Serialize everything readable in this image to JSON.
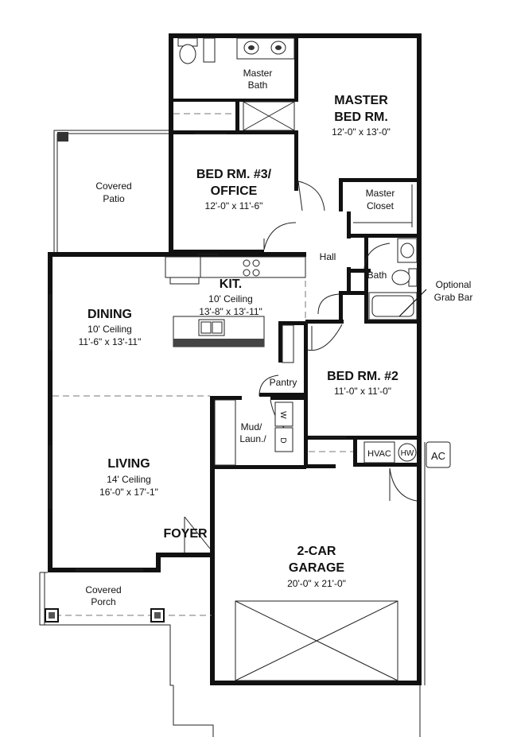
{
  "rooms": {
    "master_bath": {
      "line1": "Master",
      "line2": "Bath"
    },
    "master_bed": {
      "line1": "MASTER",
      "line2": "BED RM.",
      "size": "12'-0\" x 13'-0\""
    },
    "bed3": {
      "line1": "BED RM. #3/",
      "line2": "OFFICE",
      "size": "12'-0\" x 11'-6\""
    },
    "covered_patio": {
      "line1": "Covered",
      "line2": "Patio"
    },
    "master_closet": {
      "line1": "Master",
      "line2": "Closet"
    },
    "hall": {
      "label": "Hall"
    },
    "kitchen": {
      "label": "KIT.",
      "ceiling": "10' Ceiling",
      "size": "13'-8\" x 13'-11\""
    },
    "bath": {
      "label": "Bath"
    },
    "grab_bar": {
      "line1": "Optional",
      "line2": "Grab Bar"
    },
    "dining": {
      "label": "DINING",
      "ceiling": "10' Ceiling",
      "size": "11'-6\" x 13'-11\""
    },
    "pantry": {
      "label": "Pantry"
    },
    "bed2": {
      "label": "BED RM. #2",
      "size": "11'-0\" x 11'-0\""
    },
    "mud_laundry": {
      "line1": "Mud/",
      "line2": "Laun./"
    },
    "living": {
      "label": "LIVING",
      "ceiling": "14' Ceiling",
      "size": "16'-0\" x 17'-1\""
    },
    "foyer": {
      "label": "FOYER"
    },
    "garage": {
      "line1": "2-CAR",
      "line2": "GARAGE",
      "size": "20'-0\" x 21'-0\""
    },
    "covered_porch": {
      "line1": "Covered",
      "line2": "Porch"
    }
  },
  "equipment": {
    "hvac": "HVAC",
    "hw": "HW",
    "ac": "AC",
    "washer": "W",
    "dryer": "D"
  }
}
